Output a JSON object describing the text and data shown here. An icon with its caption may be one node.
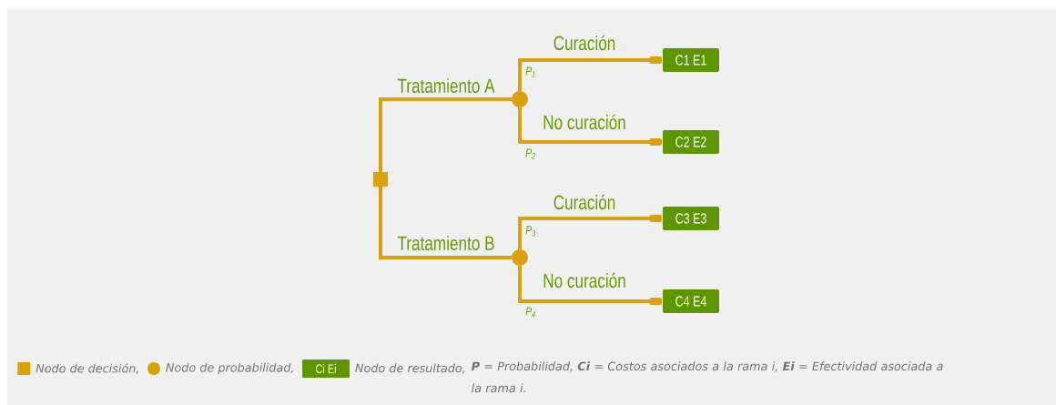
{
  "diagram": {
    "nodes": [
      {
        "text": [],
        "shape": "box"
      },
      {
        "text": [],
        "shape": "circle"
      },
      {
        "text": [],
        "shape": "circle"
      },
      {
        "text": [
          "C1 E1"
        ]
      },
      {
        "text": [
          "C2 E2"
        ]
      },
      {
        "text": [
          "C3 E3"
        ]
      },
      {
        "text": [
          "C4 E4"
        ]
      }
    ],
    "edges": [
      {
        "from": 0,
        "to": 1,
        "arrow": "none",
        "label": "Tratamiento A"
      },
      {
        "from": 0,
        "to": 2,
        "arrow": "none",
        "label": "Tratamiento B"
      },
      {
        "from": 1,
        "to": 3,
        "arrow": "other",
        "label": "Curación"
      },
      {
        "from": 1,
        "to": 4,
        "arrow": "other",
        "label": "No curación"
      },
      {
        "from": 2,
        "to": 5,
        "arrow": "other",
        "label": "Curación"
      },
      {
        "from": 2,
        "to": 6,
        "arrow": "other",
        "label": "No curación"
      }
    ],
    "labels": [
      "P$_{1}$",
      "P$_{2}$",
      "P$_{3}$",
      "P$_{4}$",
      "Ci Ei",
      "**P** = Probabilidad, **Ci** = Costos asociados a la rama i, **Ei** = Efectividad asociada a la rama i."
    ],
    "legend": [
      {
        "text": "Nodo de decisión,",
        "color": "#d9a300"
      },
      {
        "text": "Nodo de probabilidad,",
        "color": "#d9a300"
      },
      {
        "text": "Nodo de resultado,",
        "color": "#5e9600"
      }
    ]
  }
}
